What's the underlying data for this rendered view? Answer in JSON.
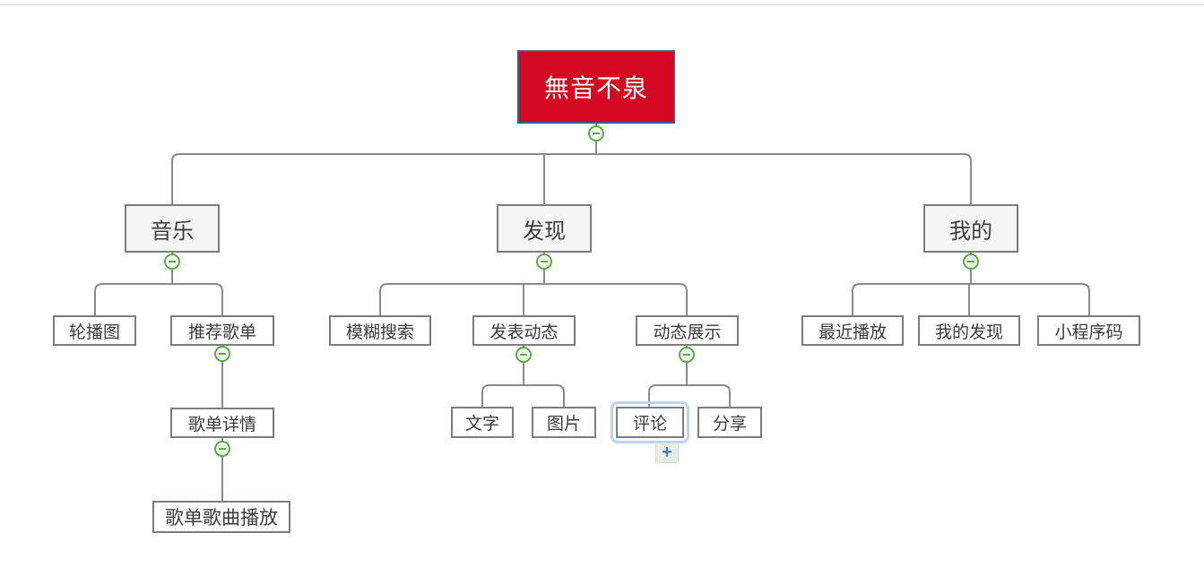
{
  "palette": {
    "page_bg": "#ffffff",
    "top_border": "#e3e3e3",
    "root_fill": "#d20823",
    "root_border": "#3f5e87",
    "root_text": "#ffffff",
    "level2_fill": "#f5f5f5",
    "node_fill": "#ffffff",
    "node_border": "#7d7d7d",
    "node_text": "#3c3c3c",
    "connector": "#8a8a8a",
    "collapse_green": "#5caa48",
    "collapse_fill": "#f3faf0",
    "selection_outline": "#bdd3f3",
    "plus_bg": "#e9efe6",
    "plus_color": "#5272d0"
  },
  "icons": {
    "plus_label": "+"
  },
  "map": {
    "root": {
      "label": "無音不泉",
      "children": {
        "music": {
          "label": "音乐",
          "children": {
            "carousel": {
              "label": "轮播图"
            },
            "recommend_playlist": {
              "label": "推荐歌单",
              "children": {
                "playlist_detail": {
                  "label": "歌单详情",
                  "children": {
                    "playlist_song_play": {
                      "label": "歌单歌曲播放"
                    }
                  }
                }
              }
            }
          }
        },
        "discover": {
          "label": "发现",
          "children": {
            "fuzzy_search": {
              "label": "模糊搜索"
            },
            "post_moment": {
              "label": "发表动态",
              "children": {
                "text": {
                  "label": "文字"
                },
                "image": {
                  "label": "图片"
                }
              }
            },
            "moment_display": {
              "label": "动态展示",
              "children": {
                "comment": {
                  "label": "评论",
                  "selected": true
                },
                "share": {
                  "label": "分享"
                }
              }
            }
          }
        },
        "mine": {
          "label": "我的",
          "children": {
            "recent_play": {
              "label": "最近播放"
            },
            "my_discovery": {
              "label": "我的发现"
            },
            "mini_program_code": {
              "label": "小程序码"
            }
          }
        }
      }
    }
  }
}
